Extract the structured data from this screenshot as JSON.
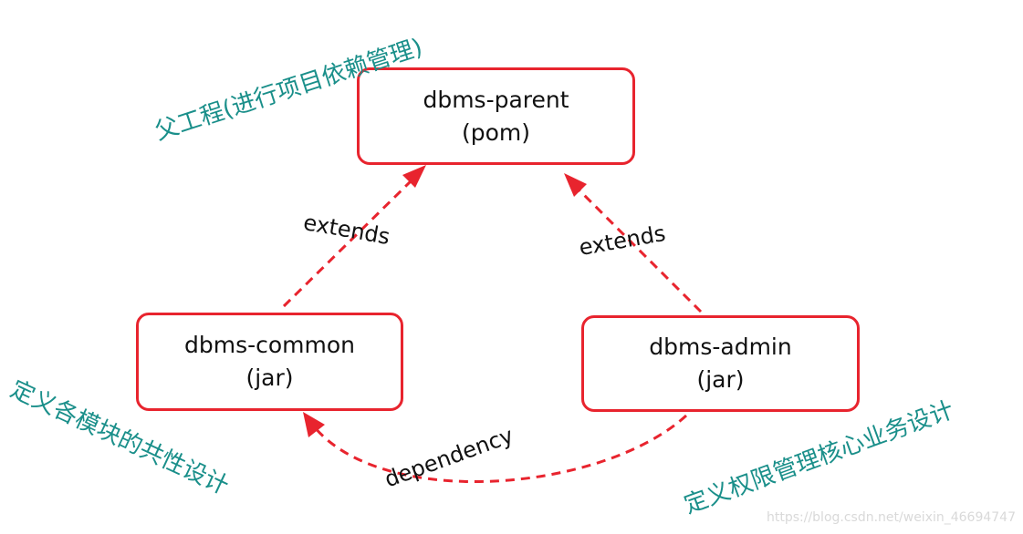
{
  "diagram": {
    "nodes": {
      "parent": {
        "name": "dbms-parent",
        "packaging": "(pom)"
      },
      "common": {
        "name": "dbms-common",
        "packaging": "(jar)"
      },
      "admin": {
        "name": "dbms-admin",
        "packaging": "(jar)"
      }
    },
    "edges": {
      "common_to_parent": {
        "label": "extends"
      },
      "admin_to_parent": {
        "label": "extends"
      },
      "admin_to_common": {
        "label": "dependency"
      }
    },
    "annotations": {
      "parent": "父工程(进行项目依赖管理)",
      "common": "定义各模块的共性设计",
      "admin": "定义权限管理核心业务设计"
    },
    "watermark": "https://blog.csdn.net/weixin_46694747"
  },
  "colors": {
    "node_border": "#e8242e",
    "edge": "#e8242e",
    "annotation": "#1a8f8a"
  }
}
